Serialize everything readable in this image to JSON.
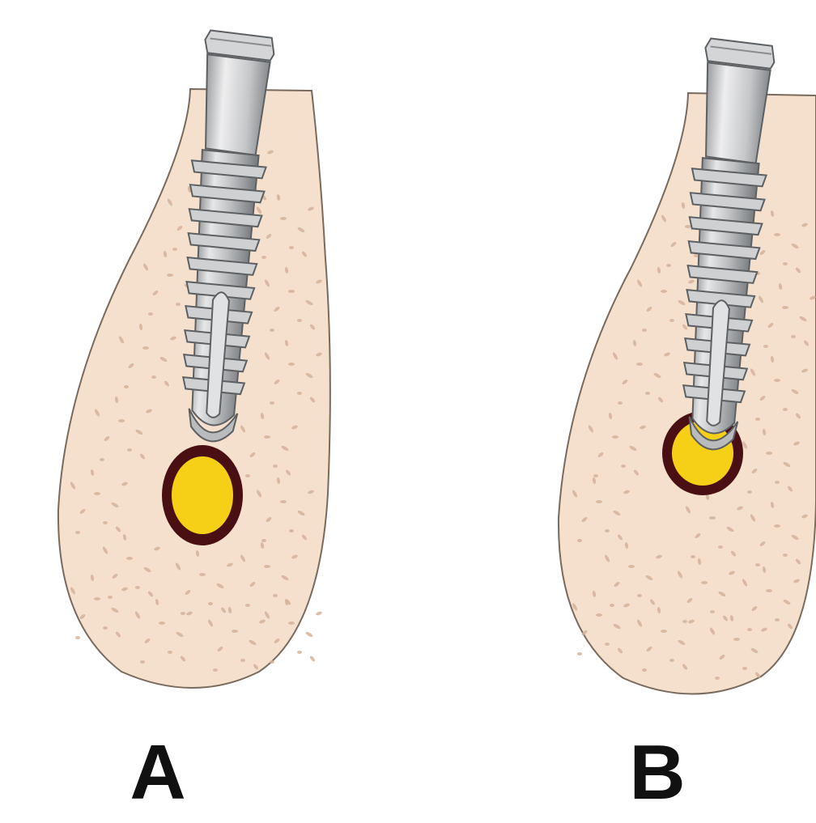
{
  "panels": [
    {
      "label": "A"
    },
    {
      "label": "B"
    }
  ],
  "colors": {
    "background": "#ffffff",
    "bone_fill": "#f4e0cc",
    "bone_outline": "#7a6a5e",
    "trabecular_pore": "#dcb8a0",
    "implant_light": "#d9dadb",
    "implant_mid": "#a9abad",
    "implant_dark": "#6f7275",
    "nerve_fill": "#f5d016",
    "nerve_sheath": "#4a0f12",
    "label": "#111111"
  },
  "icons": {
    "bone": "jawbone-cross-section",
    "implant": "threaded-dental-implant",
    "nerve": "mandibular-canal"
  }
}
